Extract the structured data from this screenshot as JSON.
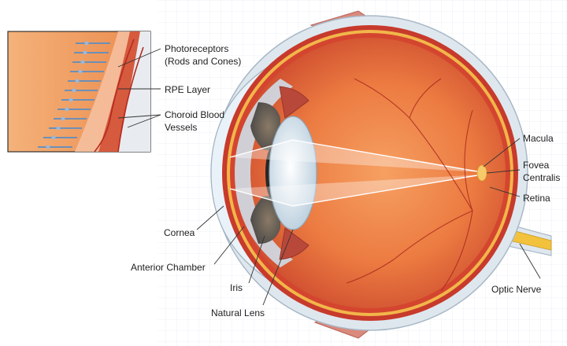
{
  "labels": {
    "photoreceptors_line1": "Photoreceptors",
    "photoreceptors_line2": "(Rods and Cones)",
    "rpe_layer": "RPE Layer",
    "choroid_line1": "Choroid Blood",
    "choroid_line2": "Vessels",
    "macula": "Macula",
    "fovea_line1": "Fovea",
    "fovea_line2": "Centralis",
    "retina": "Retina",
    "optic_nerve": "Optic Nerve",
    "cornea": "Cornea",
    "anterior_chamber": "Anterior Chamber",
    "iris": "Iris",
    "natural_lens": "Natural Lens"
  },
  "colors": {
    "vitreous": "#e8763e",
    "retina": "#c73a2c",
    "sclera": "#dfe7ee",
    "iris": "#6a6a6a",
    "lens": "#dde9f2",
    "optic_nerve": "#f2c23c"
  }
}
